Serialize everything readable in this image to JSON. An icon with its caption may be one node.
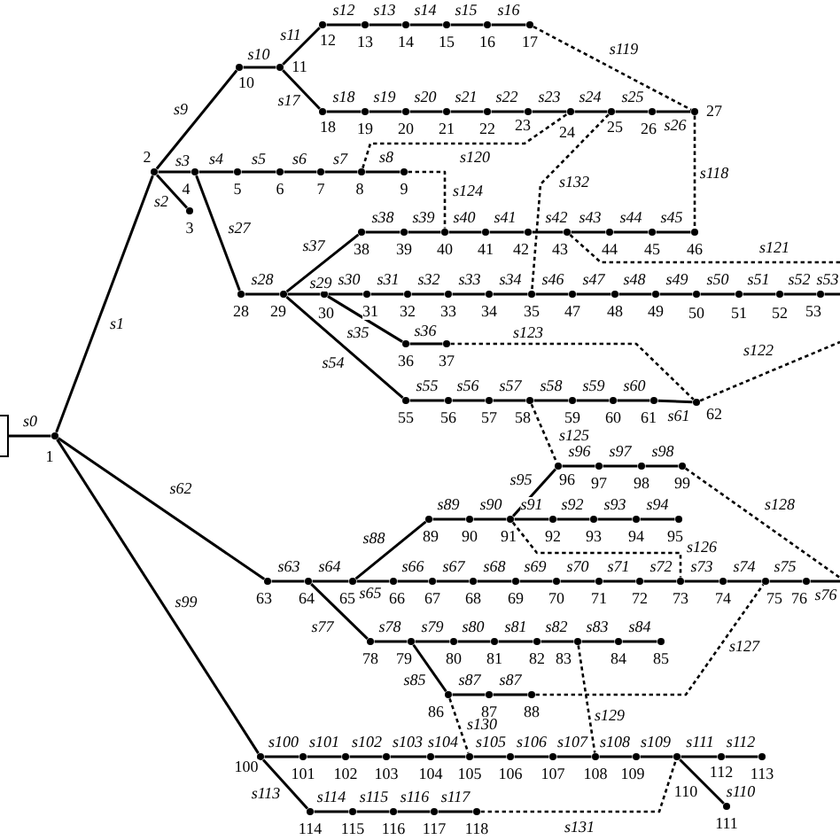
{
  "diagram": {
    "nodes": [
      {
        "text": [],
        "shape": "box"
      },
      {
        "text": [],
        "shape": "dot",
        "beside": [
          "1"
        ]
      },
      {
        "text": [],
        "shape": "dot",
        "beside": [
          "2"
        ]
      },
      {
        "text": [],
        "shape": "dot",
        "beside": [
          "3"
        ]
      },
      {
        "text": [],
        "shape": "dot",
        "beside": [
          "4"
        ]
      },
      {
        "text": [],
        "shape": "dot",
        "beside": [
          "5"
        ]
      },
      {
        "text": [],
        "shape": "dot",
        "beside": [
          "6"
        ]
      },
      {
        "text": [],
        "shape": "dot",
        "beside": [
          "7"
        ]
      },
      {
        "text": [],
        "shape": "dot",
        "beside": [
          "8"
        ]
      },
      {
        "text": [],
        "shape": "dot",
        "beside": [
          "9"
        ]
      },
      {
        "text": [],
        "shape": "dot",
        "beside": [
          "10"
        ]
      },
      {
        "text": [],
        "shape": "dot",
        "beside": [
          "11"
        ]
      },
      {
        "text": [],
        "shape": "dot",
        "beside": [
          "12"
        ]
      },
      {
        "text": [],
        "shape": "dot",
        "beside": [
          "13"
        ]
      },
      {
        "text": [],
        "shape": "dot",
        "beside": [
          "14"
        ]
      },
      {
        "text": [],
        "shape": "dot",
        "beside": [
          "15"
        ]
      },
      {
        "text": [],
        "shape": "dot",
        "beside": [
          "16"
        ]
      },
      {
        "text": [],
        "shape": "dot",
        "beside": [
          "17"
        ]
      },
      {
        "text": [],
        "shape": "dot",
        "beside": [
          "18"
        ]
      },
      {
        "text": [],
        "shape": "dot",
        "beside": [
          "19"
        ]
      },
      {
        "text": [],
        "shape": "dot",
        "beside": [
          "20"
        ]
      },
      {
        "text": [],
        "shape": "dot",
        "beside": [
          "21"
        ]
      },
      {
        "text": [],
        "shape": "dot",
        "beside": [
          "22"
        ]
      },
      {
        "text": [],
        "shape": "dot",
        "beside": [
          "23"
        ]
      },
      {
        "text": [],
        "shape": "dot",
        "beside": [
          "24"
        ]
      },
      {
        "text": [],
        "shape": "dot",
        "beside": [
          "25"
        ]
      },
      {
        "text": [],
        "shape": "dot",
        "beside": [
          "26"
        ]
      },
      {
        "text": [],
        "shape": "dot",
        "beside": [
          "27"
        ]
      },
      {
        "text": [],
        "shape": "dot",
        "beside": [
          "28"
        ]
      },
      {
        "text": [],
        "shape": "dot",
        "beside": [
          "29"
        ]
      },
      {
        "text": [],
        "shape": "dot",
        "beside": [
          "30"
        ]
      },
      {
        "text": [],
        "shape": "dot",
        "beside": [
          "31"
        ]
      },
      {
        "text": [],
        "shape": "dot",
        "beside": [
          "32"
        ]
      },
      {
        "text": [],
        "shape": "dot",
        "beside": [
          "33"
        ]
      },
      {
        "text": [],
        "shape": "dot",
        "beside": [
          "34"
        ]
      },
      {
        "text": [],
        "shape": "dot",
        "beside": [
          "35"
        ]
      },
      {
        "text": [],
        "shape": "dot",
        "beside": [
          "36"
        ]
      },
      {
        "text": [],
        "shape": "dot",
        "beside": [
          "37"
        ]
      },
      {
        "text": [],
        "shape": "dot",
        "beside": [
          "38"
        ]
      },
      {
        "text": [],
        "shape": "dot",
        "beside": [
          "39"
        ]
      },
      {
        "text": [],
        "shape": "dot",
        "beside": [
          "40"
        ]
      },
      {
        "text": [],
        "shape": "dot",
        "beside": [
          "41"
        ]
      },
      {
        "text": [],
        "shape": "dot",
        "beside": [
          "42"
        ]
      },
      {
        "text": [],
        "shape": "dot",
        "beside": [
          "43"
        ]
      },
      {
        "text": [],
        "shape": "dot",
        "beside": [
          "44"
        ]
      },
      {
        "text": [],
        "shape": "dot",
        "beside": [
          "45"
        ]
      },
      {
        "text": [],
        "shape": "dot",
        "beside": [
          "46"
        ]
      },
      {
        "text": [],
        "shape": "dot",
        "beside": [
          "47"
        ]
      },
      {
        "text": [],
        "shape": "dot",
        "beside": [
          "48"
        ]
      },
      {
        "text": [],
        "shape": "dot",
        "beside": [
          "49"
        ]
      },
      {
        "text": [],
        "shape": "dot",
        "beside": [
          "50"
        ]
      },
      {
        "text": [],
        "shape": "dot",
        "beside": [
          "51"
        ]
      },
      {
        "text": [],
        "shape": "dot",
        "beside": [
          "52"
        ]
      },
      {
        "text": [],
        "shape": "dot",
        "beside": [
          "53"
        ]
      },
      {
        "text": [],
        "shape": "dot",
        "beside": [
          "55"
        ]
      },
      {
        "text": [],
        "shape": "dot",
        "beside": [
          "56"
        ]
      },
      {
        "text": [],
        "shape": "dot",
        "beside": [
          "57"
        ]
      },
      {
        "text": [],
        "shape": "dot",
        "beside": [
          "58"
        ]
      },
      {
        "text": [],
        "shape": "dot",
        "beside": [
          "59"
        ]
      },
      {
        "text": [],
        "shape": "dot",
        "beside": [
          "60"
        ]
      },
      {
        "text": [],
        "shape": "dot",
        "beside": [
          "61"
        ]
      },
      {
        "text": [],
        "shape": "dot",
        "beside": [
          "62"
        ]
      },
      {
        "text": [],
        "shape": "dot",
        "beside": [
          "63"
        ]
      },
      {
        "text": [],
        "shape": "dot",
        "beside": [
          "64"
        ]
      },
      {
        "text": [],
        "shape": "dot",
        "beside": [
          "65"
        ]
      },
      {
        "text": [],
        "shape": "dot",
        "beside": [
          "66"
        ]
      },
      {
        "text": [],
        "shape": "dot",
        "beside": [
          "67"
        ]
      },
      {
        "text": [],
        "shape": "dot",
        "beside": [
          "68"
        ]
      },
      {
        "text": [],
        "shape": "dot",
        "beside": [
          "69"
        ]
      },
      {
        "text": [],
        "shape": "dot",
        "beside": [
          "70"
        ]
      },
      {
        "text": [],
        "shape": "dot",
        "beside": [
          "71"
        ]
      },
      {
        "text": [],
        "shape": "dot",
        "beside": [
          "72"
        ]
      },
      {
        "text": [],
        "shape": "dot",
        "beside": [
          "73"
        ]
      },
      {
        "text": [],
        "shape": "dot",
        "beside": [
          "74"
        ]
      },
      {
        "text": [],
        "shape": "dot",
        "beside": [
          "75"
        ]
      },
      {
        "text": [],
        "shape": "dot",
        "beside": [
          "76"
        ]
      },
      {
        "text": [],
        "shape": "dot",
        "beside": [
          "78"
        ]
      },
      {
        "text": [],
        "shape": "dot",
        "beside": [
          "79"
        ]
      },
      {
        "text": [],
        "shape": "dot",
        "beside": [
          "80"
        ]
      },
      {
        "text": [],
        "shape": "dot",
        "beside": [
          "81"
        ]
      },
      {
        "text": [],
        "shape": "dot",
        "beside": [
          "82"
        ]
      },
      {
        "text": [],
        "shape": "dot",
        "beside": [
          "83"
        ]
      },
      {
        "text": [],
        "shape": "dot",
        "beside": [
          "84"
        ]
      },
      {
        "text": [],
        "shape": "dot",
        "beside": [
          "85"
        ]
      },
      {
        "text": [],
        "shape": "dot",
        "beside": [
          "86"
        ]
      },
      {
        "text": [],
        "shape": "dot",
        "beside": [
          "87"
        ]
      },
      {
        "text": [],
        "shape": "dot",
        "beside": [
          "88"
        ]
      },
      {
        "text": [],
        "shape": "dot",
        "beside": [
          "89"
        ]
      },
      {
        "text": [],
        "shape": "dot",
        "beside": [
          "90"
        ]
      },
      {
        "text": [],
        "shape": "dot",
        "beside": [
          "91"
        ]
      },
      {
        "text": [],
        "shape": "dot",
        "beside": [
          "92"
        ]
      },
      {
        "text": [],
        "shape": "dot",
        "beside": [
          "93"
        ]
      },
      {
        "text": [],
        "shape": "dot",
        "beside": [
          "94"
        ]
      },
      {
        "text": [],
        "shape": "dot",
        "beside": [
          "95"
        ]
      },
      {
        "text": [],
        "shape": "dot",
        "beside": [
          "96"
        ]
      },
      {
        "text": [],
        "shape": "dot",
        "beside": [
          "97"
        ]
      },
      {
        "text": [],
        "shape": "dot",
        "beside": [
          "98"
        ]
      },
      {
        "text": [],
        "shape": "dot",
        "beside": [
          "99"
        ]
      },
      {
        "text": [],
        "shape": "dot",
        "beside": [
          "100"
        ]
      },
      {
        "text": [],
        "shape": "dot",
        "beside": [
          "101"
        ]
      },
      {
        "text": [],
        "shape": "dot",
        "beside": [
          "102"
        ]
      },
      {
        "text": [],
        "shape": "dot",
        "beside": [
          "103"
        ]
      },
      {
        "text": [],
        "shape": "dot",
        "beside": [
          "104"
        ]
      },
      {
        "text": [],
        "shape": "dot",
        "beside": [
          "105"
        ]
      },
      {
        "text": [],
        "shape": "dot",
        "beside": [
          "106"
        ]
      },
      {
        "text": [],
        "shape": "dot",
        "beside": [
          "107"
        ]
      },
      {
        "text": [],
        "shape": "dot",
        "beside": [
          "108"
        ]
      },
      {
        "text": [],
        "shape": "dot",
        "beside": [
          "109"
        ]
      },
      {
        "text": [],
        "shape": "dot",
        "beside": [
          "110"
        ]
      },
      {
        "text": [],
        "shape": "dot",
        "beside": [
          "111"
        ]
      },
      {
        "text": [],
        "shape": "dot",
        "beside": [
          "112"
        ]
      },
      {
        "text": [],
        "shape": "dot",
        "beside": [
          "113"
        ]
      },
      {
        "text": [],
        "shape": "dot",
        "beside": [
          "114"
        ]
      },
      {
        "text": [],
        "shape": "dot",
        "beside": [
          "115"
        ]
      },
      {
        "text": [],
        "shape": "dot",
        "beside": [
          "116"
        ]
      },
      {
        "text": [],
        "shape": "dot",
        "beside": [
          "117"
        ]
      },
      {
        "text": [],
        "shape": "dot",
        "beside": [
          "118"
        ]
      }
    ],
    "edges": [
      {
        "from": 0,
        "to": 1,
        "arrow": "none",
        "label": "s0"
      },
      {
        "from": 1,
        "to": 2,
        "arrow": "none",
        "label": "s1"
      },
      {
        "from": 2,
        "to": 3,
        "arrow": "none",
        "label": "s2"
      },
      {
        "from": 2,
        "to": 4,
        "arrow": "none",
        "label": "s3"
      },
      {
        "from": 4,
        "to": 5,
        "arrow": "none",
        "label": "s4"
      },
      {
        "from": 5,
        "to": 6,
        "arrow": "none",
        "label": "s5"
      },
      {
        "from": 6,
        "to": 7,
        "arrow": "none",
        "label": "s6"
      },
      {
        "from": 7,
        "to": 8,
        "arrow": "none",
        "label": "s7"
      },
      {
        "from": 8,
        "to": 9,
        "arrow": "none",
        "label": "s8"
      },
      {
        "from": 2,
        "to": 10,
        "arrow": "none",
        "label": "s9"
      },
      {
        "from": 10,
        "to": 11,
        "arrow": "none",
        "label": "s10"
      },
      {
        "from": 11,
        "to": 12,
        "arrow": "none",
        "label": "s11"
      },
      {
        "from": 12,
        "to": 13,
        "arrow": "none",
        "label": "s12"
      },
      {
        "from": 13,
        "to": 14,
        "arrow": "none",
        "label": "s13"
      },
      {
        "from": 14,
        "to": 15,
        "arrow": "none",
        "label": "s14"
      },
      {
        "from": 15,
        "to": 16,
        "arrow": "none",
        "label": "s15"
      },
      {
        "from": 16,
        "to": 17,
        "arrow": "none",
        "label": "s16"
      },
      {
        "from": 11,
        "to": 18,
        "arrow": "none",
        "label": "s17"
      },
      {
        "from": 18,
        "to": 19,
        "arrow": "none",
        "label": "s18"
      },
      {
        "from": 19,
        "to": 20,
        "arrow": "none",
        "label": "s19"
      },
      {
        "from": 20,
        "to": 21,
        "arrow": "none",
        "label": "s20"
      },
      {
        "from": 21,
        "to": 22,
        "arrow": "none",
        "label": "s21"
      },
      {
        "from": 22,
        "to": 23,
        "arrow": "none",
        "label": "s22"
      },
      {
        "from": 23,
        "to": 24,
        "arrow": "none",
        "label": "s23"
      },
      {
        "from": 24,
        "to": 25,
        "arrow": "none",
        "label": "s24"
      },
      {
        "from": 25,
        "to": 26,
        "arrow": "none",
        "label": "s25"
      },
      {
        "from": 26,
        "to": 27,
        "arrow": "none",
        "label": "s26"
      },
      {
        "from": 4,
        "to": 28,
        "arrow": "none",
        "label": "s27"
      },
      {
        "from": 28,
        "to": 29,
        "arrow": "none",
        "label": "s28"
      },
      {
        "from": 29,
        "to": 30,
        "arrow": "none",
        "label": "s29"
      },
      {
        "from": 30,
        "to": 31,
        "arrow": "none",
        "label": "s30"
      },
      {
        "from": 31,
        "to": 32,
        "arrow": "none",
        "label": "s31"
      },
      {
        "from": 32,
        "to": 33,
        "arrow": "none",
        "label": "s32"
      },
      {
        "from": 33,
        "to": 34,
        "arrow": "none",
        "label": "s33"
      },
      {
        "from": 34,
        "to": 35,
        "arrow": "none",
        "label": "s34"
      },
      {
        "from": 30,
        "to": 36,
        "arrow": "none",
        "label": "s35"
      },
      {
        "from": 36,
        "to": 37,
        "arrow": "none",
        "label": "s36"
      },
      {
        "from": 29,
        "to": 38,
        "arrow": "none",
        "label": "s37"
      },
      {
        "from": 38,
        "to": 39,
        "arrow": "none",
        "label": "s38"
      },
      {
        "from": 39,
        "to": 40,
        "arrow": "none",
        "label": "s39"
      },
      {
        "from": 40,
        "to": 41,
        "arrow": "none",
        "label": "s40"
      },
      {
        "from": 41,
        "to": 42,
        "arrow": "none",
        "label": "s41"
      },
      {
        "from": 42,
        "to": 43,
        "arrow": "none",
        "label": "s42"
      },
      {
        "from": 43,
        "to": 44,
        "arrow": "none",
        "label": "s43"
      },
      {
        "from": 44,
        "to": 45,
        "arrow": "none",
        "label": "s44"
      },
      {
        "from": 45,
        "to": 46,
        "arrow": "none",
        "label": "s45"
      },
      {
        "from": 35,
        "to": 47,
        "arrow": "none",
        "label": "s46"
      },
      {
        "from": 47,
        "to": 48,
        "arrow": "none",
        "label": "s47"
      },
      {
        "from": 48,
        "to": 49,
        "arrow": "none",
        "label": "s48"
      },
      {
        "from": 49,
        "to": 50,
        "arrow": "none",
        "label": "s49"
      },
      {
        "from": 50,
        "to": 51,
        "arrow": "none",
        "label": "s50"
      },
      {
        "from": 51,
        "to": 52,
        "arrow": "none",
        "label": "s51"
      },
      {
        "from": 52,
        "to": 53,
        "arrow": "none",
        "label": "s52"
      },
      {
        "from": 53,
        "to": null,
        "arrow": "none",
        "label": "s53"
      },
      {
        "from": 29,
        "to": 54,
        "arrow": "none",
        "label": "s54"
      },
      {
        "from": 54,
        "to": 55,
        "arrow": "none",
        "label": "s55"
      },
      {
        "from": 55,
        "to": 56,
        "arrow": "none",
        "label": "s56"
      },
      {
        "from": 56,
        "to": 57,
        "arrow": "none",
        "label": "s57"
      },
      {
        "from": 57,
        "to": 58,
        "arrow": "none",
        "label": "s58"
      },
      {
        "from": 58,
        "to": 59,
        "arrow": "none",
        "label": "s59"
      },
      {
        "from": 59,
        "to": 60,
        "arrow": "none",
        "label": "s60"
      },
      {
        "from": 60,
        "to": 61,
        "arrow": "none",
        "label": "s61"
      },
      {
        "from": 1,
        "to": 62,
        "arrow": "none",
        "label": "s62"
      },
      {
        "from": 62,
        "to": 63,
        "arrow": "none",
        "label": "s63"
      },
      {
        "from": 63,
        "to": 64,
        "arrow": "none",
        "label": "s64"
      },
      {
        "from": 64,
        "to": 65,
        "arrow": "none",
        "label": "s65"
      },
      {
        "from": 65,
        "to": 66,
        "arrow": "none",
        "label": "s66"
      },
      {
        "from": 66,
        "to": 67,
        "arrow": "none",
        "label": "s67"
      },
      {
        "from": 67,
        "to": 68,
        "arrow": "none",
        "label": "s68"
      },
      {
        "from": 68,
        "to": 69,
        "arrow": "none",
        "label": "s69"
      },
      {
        "from": 69,
        "to": 70,
        "arrow": "none",
        "label": "s70"
      },
      {
        "from": 70,
        "to": 71,
        "arrow": "none",
        "label": "s71"
      },
      {
        "from": 71,
        "to": 72,
        "arrow": "none",
        "label": "s72"
      },
      {
        "from": 72,
        "to": 73,
        "arrow": "none",
        "label": "s73"
      },
      {
        "from": 73,
        "to": 74,
        "arrow": "none",
        "label": "s74"
      },
      {
        "from": 74,
        "to": 75,
        "arrow": "none",
        "label": "s75"
      },
      {
        "from": 75,
        "to": null,
        "arrow": "none",
        "label": "s76"
      },
      {
        "from": 63,
        "to": 76,
        "arrow": "none",
        "label": "s77"
      },
      {
        "from": 76,
        "to": 77,
        "arrow": "none",
        "label": "s78"
      },
      {
        "from": 77,
        "to": 78,
        "arrow": "none",
        "label": "s79"
      },
      {
        "from": 78,
        "to": 79,
        "arrow": "none",
        "label": "s80"
      },
      {
        "from": 79,
        "to": 80,
        "arrow": "none",
        "label": "s81"
      },
      {
        "from": 80,
        "to": 81,
        "arrow": "none",
        "label": "s82"
      },
      {
        "from": 81,
        "to": 82,
        "arrow": "none",
        "label": "s83"
      },
      {
        "from": 82,
        "to": 83,
        "arrow": "none",
        "label": "s84"
      },
      {
        "from": 77,
        "to": 84,
        "arrow": "none",
        "label": "s85"
      },
      {
        "from": 84,
        "to": 85,
        "arrow": "none",
        "label": "s87"
      },
      {
        "from": 85,
        "to": 86,
        "arrow": "none",
        "label": "s87"
      },
      {
        "from": 64,
        "to": 87,
        "arrow": "none",
        "label": "s88"
      },
      {
        "from": 87,
        "to": 88,
        "arrow": "none",
        "label": "s89"
      },
      {
        "from": 88,
        "to": 89,
        "arrow": "none",
        "label": "s90"
      },
      {
        "from": 89,
        "to": 90,
        "arrow": "none",
        "label": "s91"
      },
      {
        "from": 90,
        "to": 91,
        "arrow": "none",
        "label": "s92"
      },
      {
        "from": 91,
        "to": 92,
        "arrow": "none",
        "label": "s93"
      },
      {
        "from": 92,
        "to": 93,
        "arrow": "none",
        "label": "s94"
      },
      {
        "from": 89,
        "to": 94,
        "arrow": "none",
        "label": "s95"
      },
      {
        "from": 94,
        "to": 95,
        "arrow": "none",
        "label": "s96"
      },
      {
        "from": 95,
        "to": 96,
        "arrow": "none",
        "label": "s97"
      },
      {
        "from": 96,
        "to": 97,
        "arrow": "none",
        "label": "s98"
      },
      {
        "from": 1,
        "to": 98,
        "arrow": "none",
        "label": "s99"
      },
      {
        "from": 98,
        "to": 99,
        "arrow": "none",
        "label": "s100"
      },
      {
        "from": 99,
        "to": 100,
        "arrow": "none",
        "label": "s101"
      },
      {
        "from": 100,
        "to": 101,
        "arrow": "none",
        "label": "s102"
      },
      {
        "from": 101,
        "to": 102,
        "arrow": "none",
        "label": "s103"
      },
      {
        "from": 102,
        "to": 103,
        "arrow": "none",
        "label": "s104"
      },
      {
        "from": 103,
        "to": 104,
        "arrow": "none",
        "label": "s105"
      },
      {
        "from": 104,
        "to": 105,
        "arrow": "none",
        "label": "s106"
      },
      {
        "from": 105,
        "to": 106,
        "arrow": "none",
        "label": "s107"
      },
      {
        "from": 106,
        "to": 107,
        "arrow": "none",
        "label": "s108"
      },
      {
        "from": 107,
        "to": 108,
        "arrow": "none",
        "label": "s109"
      },
      {
        "from": 108,
        "to": 109,
        "arrow": "none",
        "label": "s110"
      },
      {
        "from": 108,
        "to": 110,
        "arrow": "none",
        "label": "s111"
      },
      {
        "from": 110,
        "to": 111,
        "arrow": "none",
        "label": "s112"
      },
      {
        "from": 98,
        "to": 112,
        "arrow": "none",
        "label": "s113"
      },
      {
        "from": 112,
        "to": 113,
        "arrow": "none",
        "label": "s114"
      },
      {
        "from": 113,
        "to": 114,
        "arrow": "none",
        "label": "s115"
      },
      {
        "from": 114,
        "to": 115,
        "arrow": "none",
        "label": "s116"
      },
      {
        "from": 115,
        "to": 116,
        "arrow": "none",
        "label": "s117"
      },
      {
        "from": 27,
        "to": 46,
        "arrow": "none",
        "label": "s118",
        "style": "dashed"
      },
      {
        "from": 17,
        "to": 27,
        "arrow": "none",
        "label": "s119",
        "style": "dashed"
      },
      {
        "from": 8,
        "to": 24,
        "arrow": "none",
        "label": "s120",
        "style": "dashed"
      },
      {
        "from": 43,
        "to": null,
        "arrow": "none",
        "label": "s121",
        "style": "dashed"
      },
      {
        "from": 61,
        "to": null,
        "arrow": "none",
        "label": "s122",
        "style": "dashed"
      },
      {
        "from": 37,
        "to": 61,
        "arrow": "none",
        "label": "s123",
        "style": "dashed"
      },
      {
        "from": 9,
        "to": 40,
        "arrow": "none",
        "label": "s124",
        "style": "dashed"
      },
      {
        "from": 57,
        "to": 94,
        "arrow": "none",
        "label": "s125",
        "style": "dashed"
      },
      {
        "from": 89,
        "to": 72,
        "arrow": "none",
        "label": "s126",
        "style": "dashed"
      },
      {
        "from": 86,
        "to": 74,
        "arrow": "none",
        "label": "s127",
        "style": "dashed"
      },
      {
        "from": 97,
        "to": null,
        "arrow": "none",
        "label": "s128",
        "style": "dashed"
      },
      {
        "from": 81,
        "to": 106,
        "arrow": "none",
        "label": "s129",
        "style": "dashed"
      },
      {
        "from": 84,
        "to": 103,
        "arrow": "none",
        "label": "s130",
        "style": "dashed"
      },
      {
        "from": 116,
        "to": 108,
        "arrow": "none",
        "label": "s131",
        "style": "dashed"
      },
      {
        "from": 25,
        "to": 35,
        "arrow": "none",
        "label": "s132",
        "style": "dashed"
      }
    ]
  }
}
